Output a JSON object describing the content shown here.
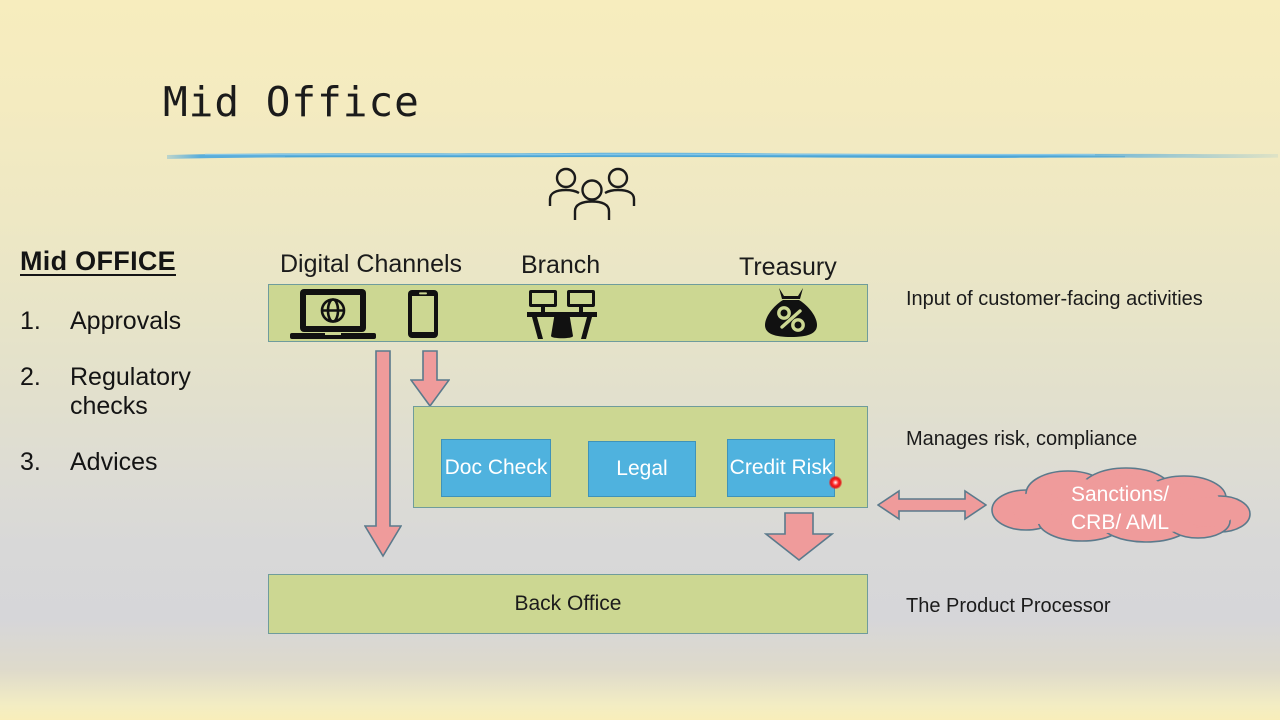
{
  "slide": {
    "title": "Mid Office",
    "background_top_color": "#f7edbe",
    "background_bottom_color": "#d8d8d8",
    "divider_color": "#5aaedb"
  },
  "people_icon": {
    "name": "three-people-icon"
  },
  "left_list": {
    "heading": "Mid  OFFICE",
    "items": [
      {
        "num": "1.",
        "text": "Approvals"
      },
      {
        "num": "2.",
        "text": "Regulatory checks"
      },
      {
        "num": "3.",
        "text": "Advices"
      }
    ]
  },
  "channels": {
    "box_color": "#ccd792",
    "border_color": "#6f9c9c",
    "labels": [
      {
        "text": "Digital Channels"
      },
      {
        "text": "Branch"
      },
      {
        "text": "Treasury"
      }
    ],
    "icons": [
      {
        "name": "laptop-globe-icon"
      },
      {
        "name": "smartphone-icon"
      },
      {
        "name": "branch-desk-icon"
      },
      {
        "name": "money-bag-percent-icon"
      }
    ]
  },
  "mid_office": {
    "box_color": "#ccd792",
    "sub_box_color": "#4fb2de",
    "boxes": [
      {
        "label": "Doc Check"
      },
      {
        "label": "Legal"
      },
      {
        "label": "Credit Risk"
      }
    ]
  },
  "back_office": {
    "label": "Back Office"
  },
  "cloud": {
    "fill_color": "#ef9b9b",
    "stroke_color": "#5b7a8c",
    "line1": "Sanctions/",
    "line2": "CRB/ AML"
  },
  "arrows": {
    "color": "#ef9b9b",
    "stroke": "#5b7a8c",
    "items": [
      {
        "name": "arrow-channels-to-back-office",
        "direction": "down"
      },
      {
        "name": "arrow-channels-to-mid-office",
        "direction": "down"
      },
      {
        "name": "arrow-mid-office-to-back-office",
        "direction": "down"
      },
      {
        "name": "arrow-mid-office-to-cloud",
        "direction": "both"
      }
    ]
  },
  "annotations": {
    "input": "Input of customer-facing activities",
    "risk": "Manages risk, compliance",
    "product": "The Product Processor"
  },
  "pointer": {
    "name": "laser-pointer-dot",
    "color": "#ff2b2b"
  }
}
